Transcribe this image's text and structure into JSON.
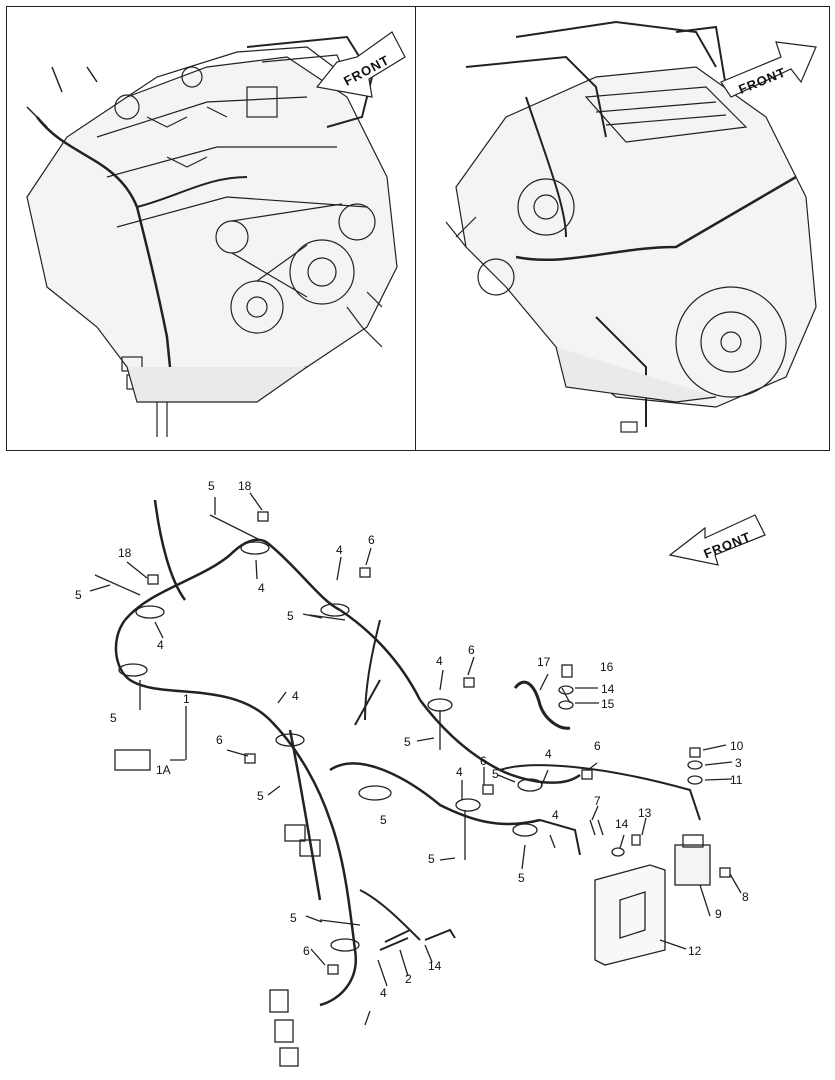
{
  "views": {
    "left_front_arrow": "FRONT",
    "right_front_arrow": "FRONT"
  },
  "diagram": {
    "front_arrow": "FRONT",
    "callouts": {
      "c1": "1",
      "c1a": "1A",
      "c2": "2",
      "c3": "3",
      "c4a": "4",
      "c4b": "4",
      "c4c": "4",
      "c4d": "4",
      "c4e": "4",
      "c4f": "4",
      "c4g": "4",
      "c4h": "4",
      "c4i": "4",
      "c5a": "5",
      "c5b": "5",
      "c5c": "5",
      "c5d": "5",
      "c5e": "5",
      "c5f": "5",
      "c5g": "5",
      "c5h": "5",
      "c5i": "5",
      "c5j": "5",
      "c5k": "5",
      "c6a": "6",
      "c6b": "6",
      "c6c": "6",
      "c6d": "6",
      "c6e": "6",
      "c6f": "6",
      "c7": "7",
      "c8": "8",
      "c9": "9",
      "c10": "10",
      "c11": "11",
      "c12": "12",
      "c13": "13",
      "c14a": "14",
      "c14b": "14",
      "c14c": "14",
      "c15": "15",
      "c16": "16",
      "c17": "17",
      "c18a": "18",
      "c18b": "18"
    }
  }
}
